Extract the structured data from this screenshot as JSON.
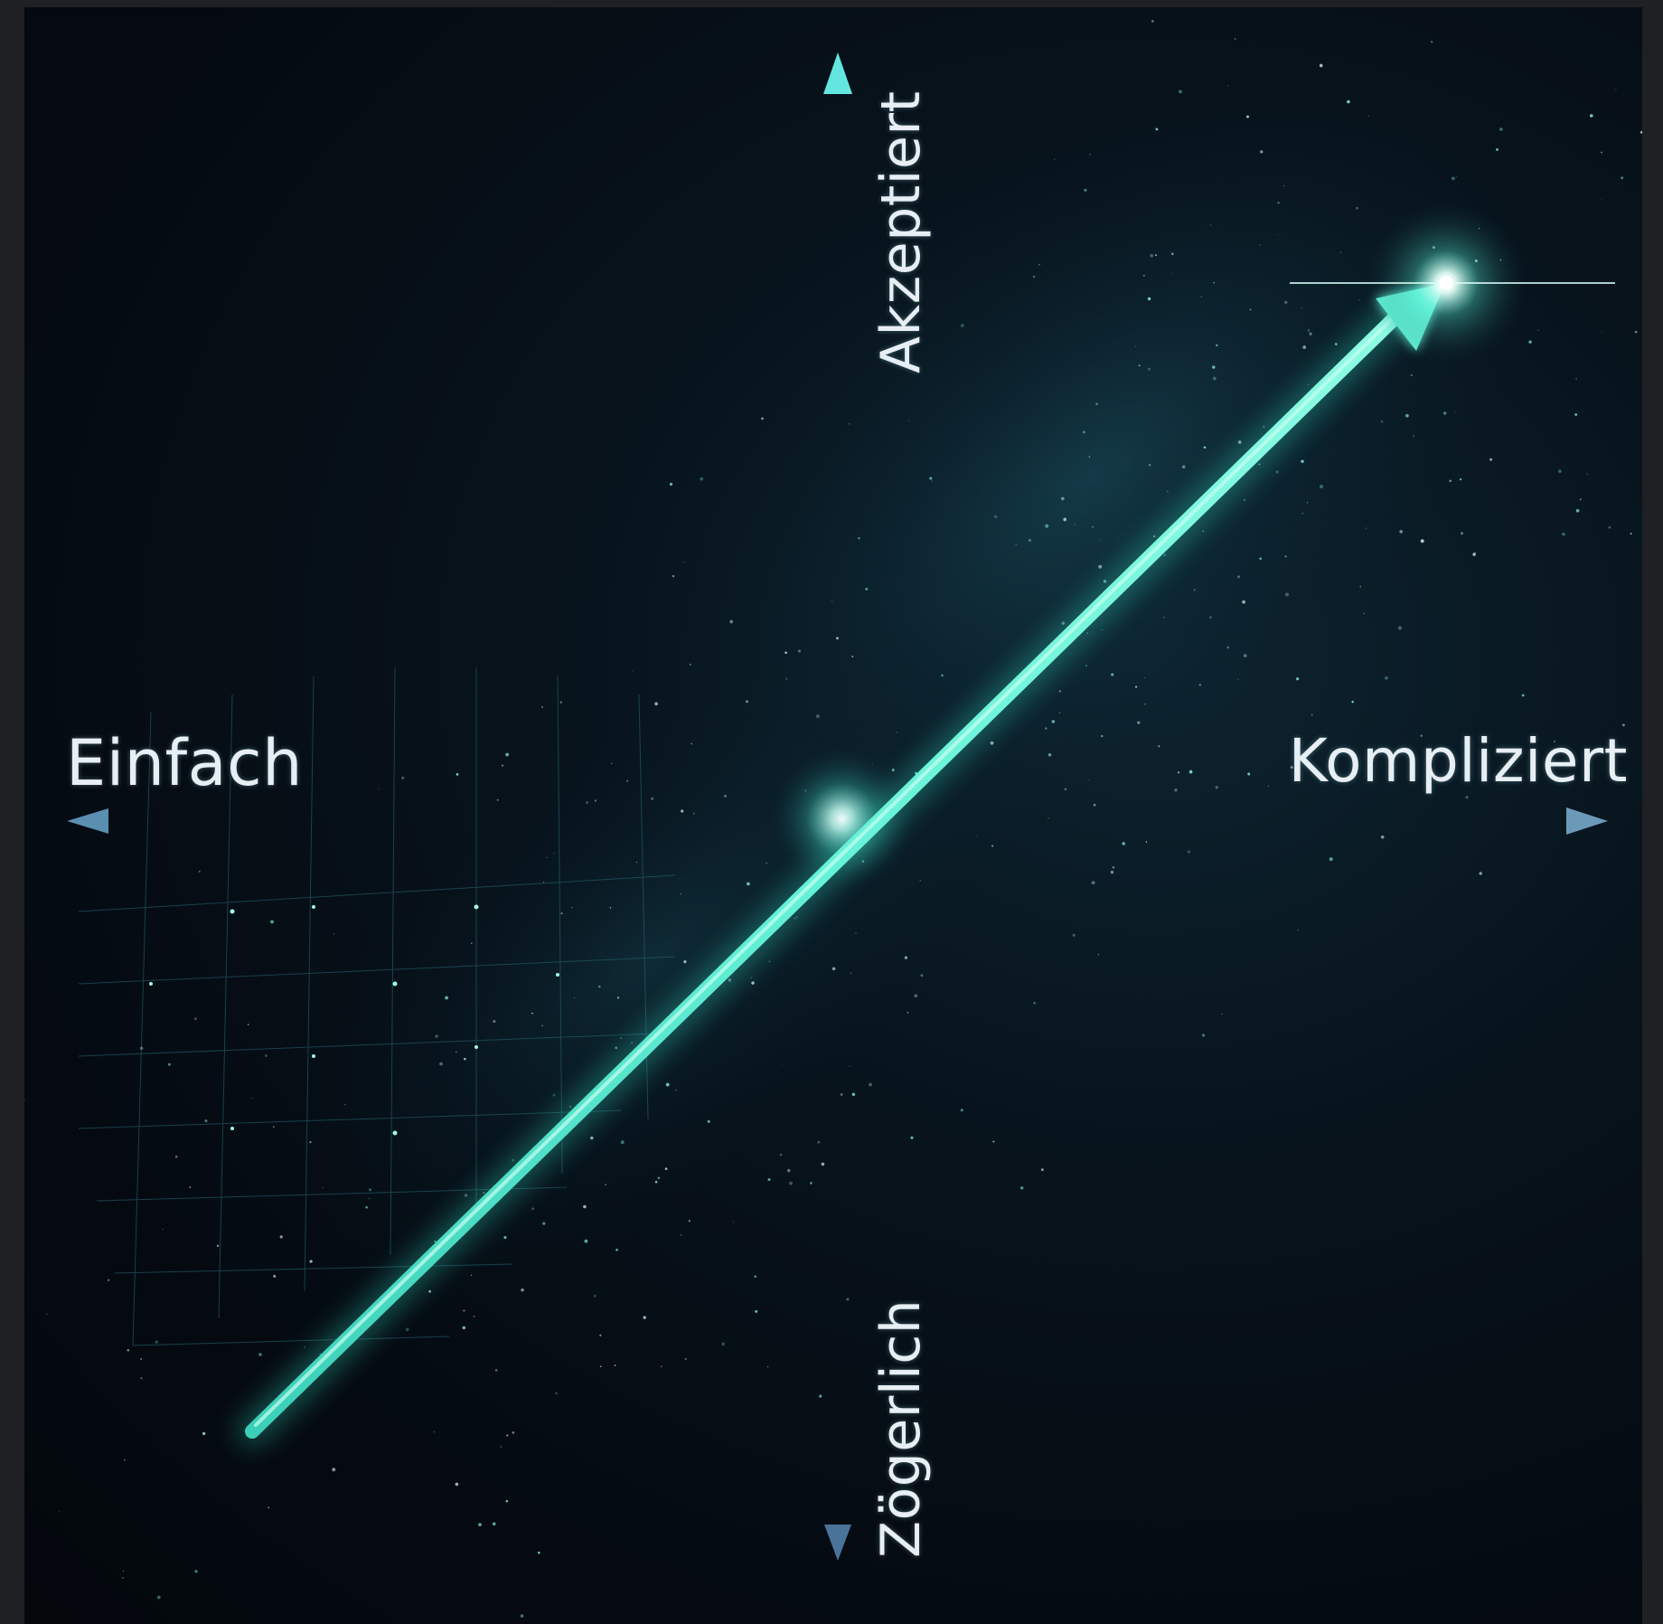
{
  "diagram": {
    "axes": {
      "left": "Einfach",
      "right": "Kompliziert",
      "top": "Akzeptiert",
      "bottom": "Zögerlich"
    },
    "colors": {
      "background": "#05101a",
      "axis_vertical_top": "#5fe3de",
      "axis_vertical_bottom": "#4a7399",
      "axis_horizontal_left": "#5a8fb0",
      "axis_horizontal_right": "#6b9ab8",
      "trend_arrow": "#4ff0cf",
      "glow": "#c8fff4"
    },
    "icons": {
      "trend": "trend-arrow-icon",
      "star_burst": "star-burst-icon"
    }
  }
}
